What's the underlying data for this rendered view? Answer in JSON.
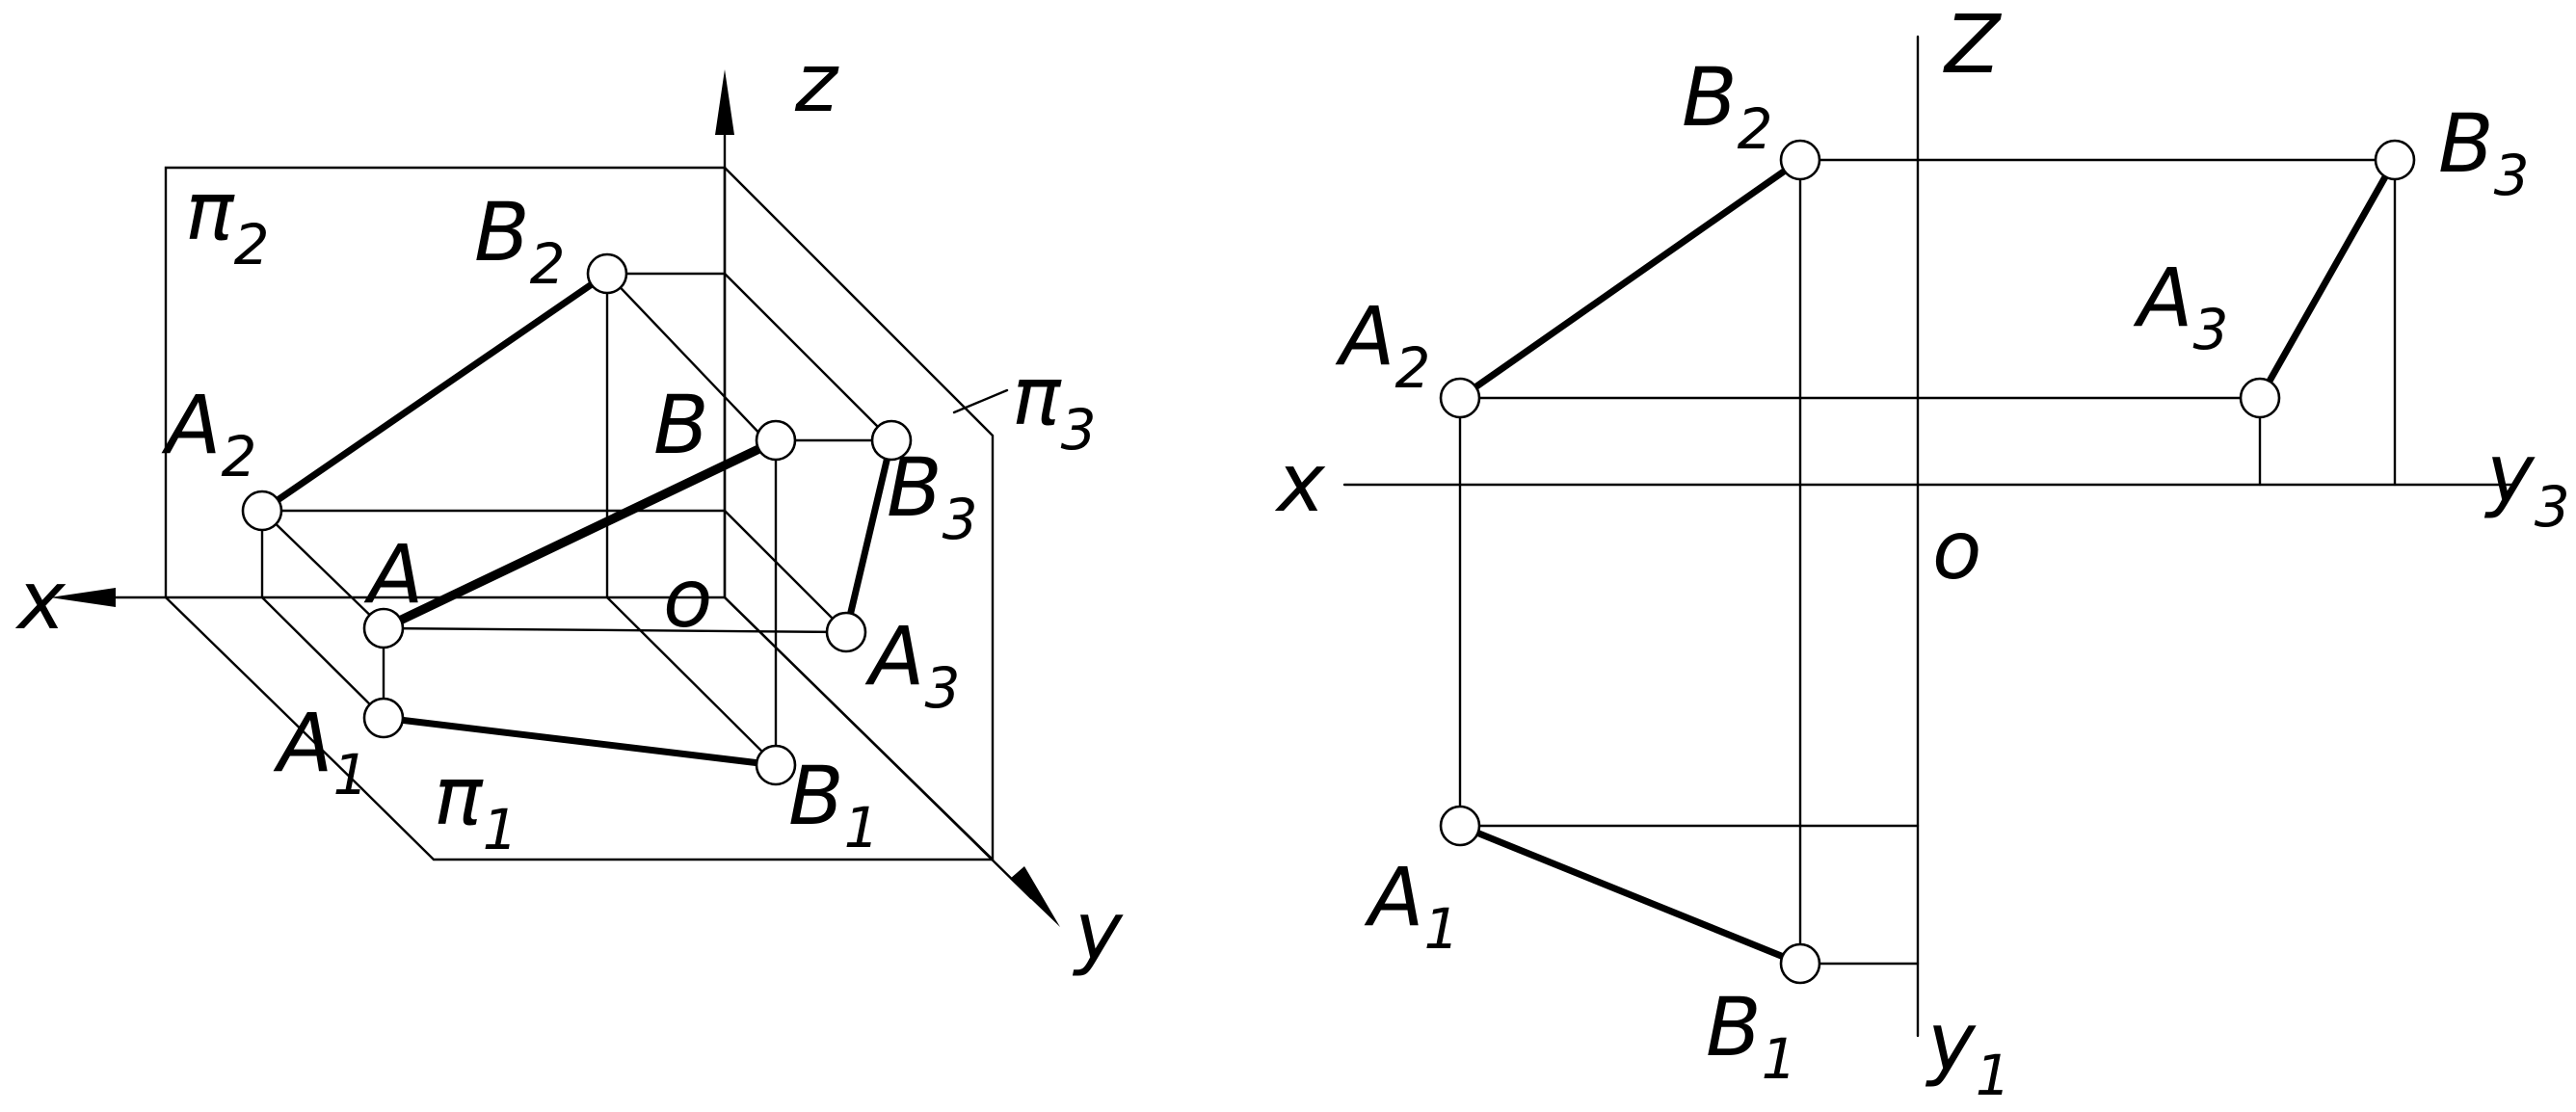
{
  "left_figure": {
    "axes": {
      "x": "x",
      "y": "y",
      "z": "z",
      "origin": "o"
    },
    "planes": {
      "p2": "π",
      "p2_sub": "2",
      "p3": "π",
      "p3_sub": "3",
      "p1": "π",
      "p1_sub": "1"
    },
    "points": {
      "B2": {
        "base": "B",
        "sub": "2"
      },
      "A2": {
        "base": "A",
        "sub": "2"
      },
      "B": {
        "base": "B",
        "sub": ""
      },
      "A": {
        "base": "A",
        "sub": ""
      },
      "B3": {
        "base": "B",
        "sub": "3"
      },
      "A3": {
        "base": "A",
        "sub": "3"
      },
      "A1": {
        "base": "A",
        "sub": "1"
      },
      "B1": {
        "base": "B",
        "sub": "1"
      }
    }
  },
  "right_figure": {
    "axes": {
      "z": "Z",
      "x": "x",
      "y3": "y",
      "y3_sub": "3",
      "y1": "y",
      "y1_sub": "1",
      "origin": "o"
    },
    "points": {
      "B2": {
        "base": "B",
        "sub": "2"
      },
      "A2": {
        "base": "A",
        "sub": "2"
      },
      "B3": {
        "base": "B",
        "sub": "3"
      },
      "A3": {
        "base": "A",
        "sub": "3"
      },
      "A1": {
        "base": "A",
        "sub": "1"
      },
      "B1": {
        "base": "B",
        "sub": "1"
      }
    }
  }
}
